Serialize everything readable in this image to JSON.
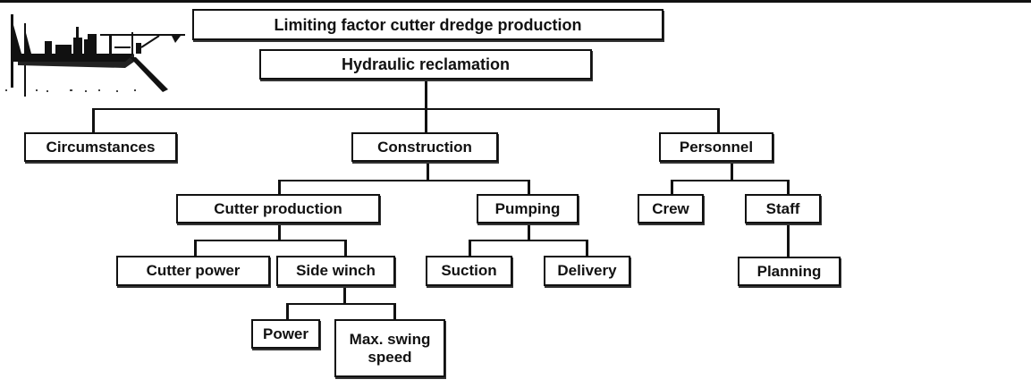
{
  "diagram": {
    "title": "Limiting factor cutter dredge production",
    "root": "Hydraulic reclamation",
    "level1": {
      "circumstances": "Circumstances",
      "construction": "Construction",
      "personnel": "Personnel"
    },
    "construction_children": {
      "cutter_production": "Cutter production",
      "pumping": "Pumping"
    },
    "cutter_production_children": {
      "cutter_power": "Cutter power",
      "side_winch": "Side winch"
    },
    "side_winch_children": {
      "power": "Power",
      "max_swing_speed": "Max. swing speed"
    },
    "pumping_children": {
      "suction": "Suction",
      "delivery": "Delivery"
    },
    "personnel_children": {
      "crew": "Crew",
      "staff": "Staff"
    },
    "staff_children": {
      "planning": "Planning"
    },
    "illustration": "cutter-dredge-ship-icon"
  }
}
